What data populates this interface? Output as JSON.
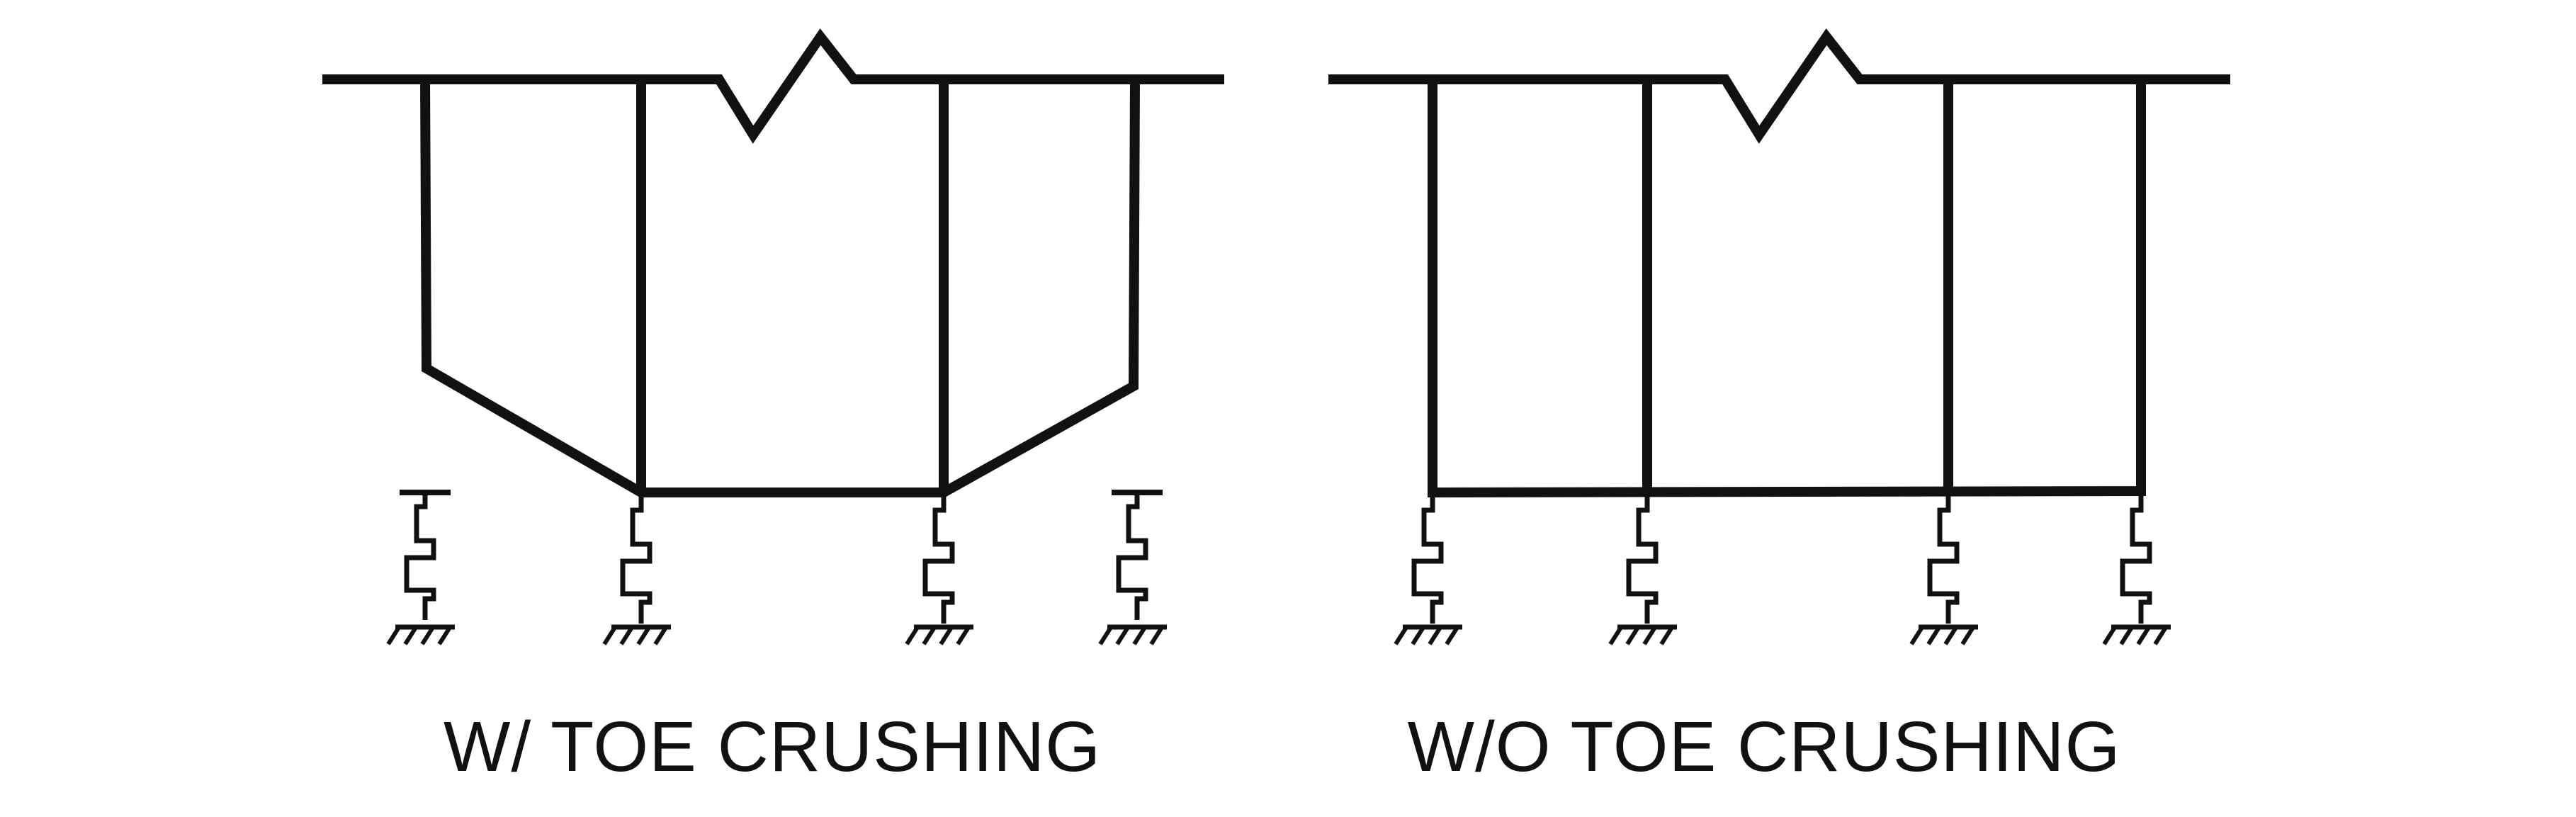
{
  "captions": {
    "left": "W/ TOE CRUSHING",
    "right": "W/O TOE CRUSHING"
  },
  "colors": {
    "line": "#111111",
    "background": "#ffffff"
  },
  "panels": [
    {
      "id": "with-toe-crushing",
      "springs_connected": [
        false,
        true,
        true,
        false
      ]
    },
    {
      "id": "without-toe-crushing",
      "springs_connected": [
        true,
        true,
        true,
        true
      ]
    }
  ]
}
